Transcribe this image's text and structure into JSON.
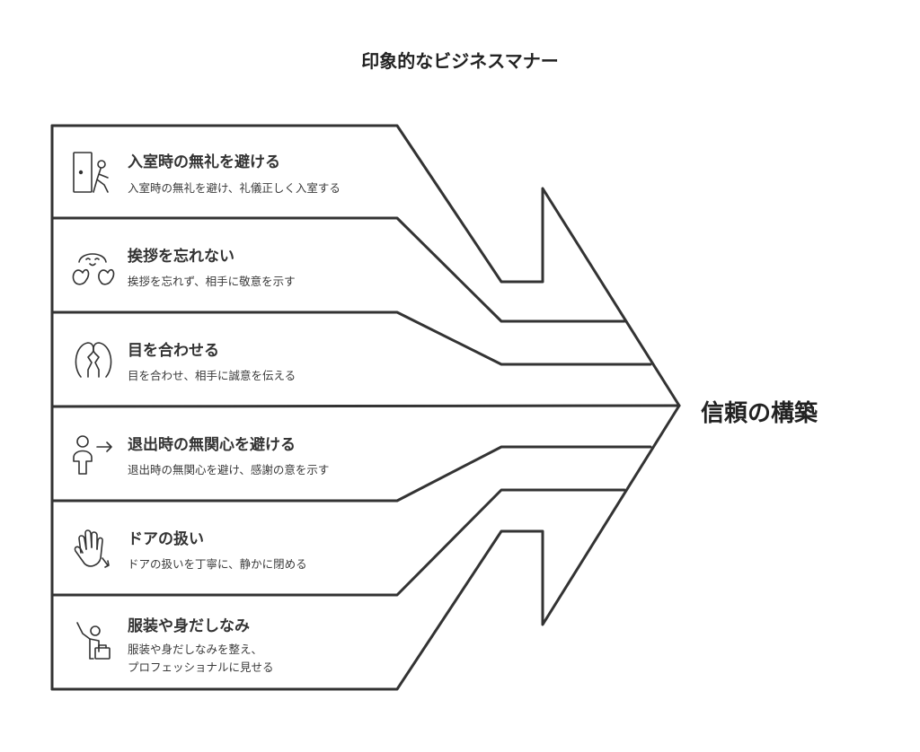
{
  "title": "印象的なビジネスマナー",
  "outcome": "信頼の構築",
  "stroke_color": "#333333",
  "items": [
    {
      "title": "入室時の無礼を避ける",
      "desc": "入室時の無礼を避け、礼儀正しく入室する",
      "icon": "door-entry-icon"
    },
    {
      "title": "挨拶を忘れない",
      "desc": "挨拶を忘れず、相手に敬意を示す",
      "icon": "greeting-face-icon"
    },
    {
      "title": "目を合わせる",
      "desc": "目を合わせ、相手に誠意を伝える",
      "icon": "faces-eye-contact-icon"
    },
    {
      "title": "退出時の無関心を避ける",
      "desc": "退出時の無関心を避け、感謝の意を示す",
      "icon": "person-exit-icon"
    },
    {
      "title": "ドアの扱い",
      "desc": "ドアの扱いを丁寧に、静かに閉める",
      "icon": "hand-door-icon"
    },
    {
      "title": "服装や身だしなみ",
      "desc": "服装や身だしなみを整え、\nプロフェッショナルに見せる",
      "icon": "person-briefcase-icon"
    }
  ]
}
